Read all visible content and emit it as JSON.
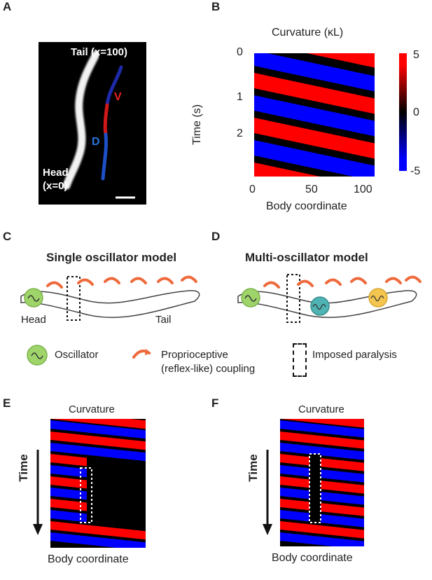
{
  "panels": {
    "a": "A",
    "b": "B",
    "c": "C",
    "d": "D",
    "e": "E",
    "f": "F"
  },
  "panel_a": {
    "tail_label": "Tail (x=100)",
    "head_label": "Head",
    "head_coord": "(x=0)",
    "ventral": "V",
    "dorsal": "D"
  },
  "panel_b": {
    "title": "Curvature (κL)",
    "ylabel": "Time (s)",
    "xlabel": "Body coordinate",
    "yticks": [
      "0",
      "1",
      "2"
    ],
    "xticks": [
      "0",
      "50",
      "100"
    ],
    "colorbar_ticks": [
      "5",
      "0",
      "-5"
    ],
    "colors": {
      "positive": "#ff0000",
      "zero": "#000000",
      "negative": "#0000ff"
    }
  },
  "panel_c": {
    "title": "Single oscillator model",
    "head": "Head",
    "tail": "Tail"
  },
  "panel_d": {
    "title": "Multi-oscillator model"
  },
  "legend": {
    "oscillator": "Oscillator",
    "coupling_line1": "Proprioceptive",
    "coupling_line2": "(reflex-like) coupling",
    "paralysis": "Imposed paralysis"
  },
  "panel_e": {
    "title": "Curvature",
    "ylabel": "Time",
    "xlabel": "Body coordinate"
  },
  "panel_f": {
    "title": "Curvature",
    "ylabel": "Time",
    "xlabel": "Body coordinate"
  },
  "colors": {
    "oscillator_green": "#9fd46a",
    "oscillator_teal": "#4fb3b3",
    "oscillator_yellow": "#f4c64f",
    "arrow": "#ee6a3c"
  }
}
